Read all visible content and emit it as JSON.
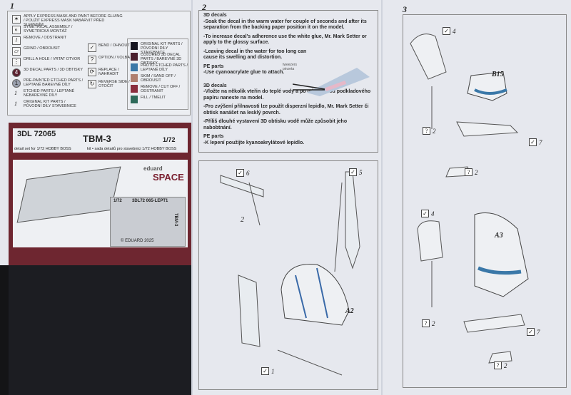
{
  "page1": {
    "number": "1",
    "legend": [
      {
        "icon": "✶",
        "text": "APPLY EXPRESS MASK AND PAINT BEFORE GLUING / POUŽIT EXPRESS MASK NABARVIT PŘED SLEPENÍM"
      },
      {
        "icon": "◐",
        "text": "SYMETRICAL ASSEMBLY / SYMETRICKÁ MONTÁŽ"
      },
      {
        "icon": "/",
        "text": "REMOVE / ODSTRANIT"
      },
      {
        "icon": "▱",
        "text": "GRIND / OBROUSIT"
      },
      {
        "icon": "⋮",
        "text": "DRILL A HOLE / VRTAT OTVOR"
      },
      {
        "icon": "4",
        "text": "3D DECAL PARTS / 3D OBTISKY"
      },
      {
        "icon": "1",
        "text": "PRE-PAINTED ETCHED PARTS / LEPTANÉ BAREVNÉ DÍLY"
      },
      {
        "icon": "1",
        "text": "ETCHED PARTS / LEPTANÉ NEBAREVNÉ DÍLY"
      },
      {
        "icon": "1",
        "text": "ORIGINAL KIT PARTS / PŮVODNÍ DÍLY STAVEBNICE"
      }
    ],
    "legend2": [
      {
        "icon": "✓",
        "text": "BEND / OHNOUT"
      },
      {
        "icon": "?",
        "text": "OPTION / VOLBA"
      },
      {
        "icon": "⟳",
        "text": "REPLACE / NAHRADIT"
      },
      {
        "icon": "↻",
        "text": "REVERSE SIDE / OTOČIT"
      }
    ],
    "colors": [
      {
        "color": "#151520",
        "text": "ORIGINAL KIT PARTS / PŮVODNÍ DÍLY STAVEBNICE"
      },
      {
        "color": "#4a1f2e",
        "text": "COLORED 3D DECAL PARTS / BAREVNÉ 3D OBTISKY"
      },
      {
        "color": "#3a78a8",
        "text": "PHOTO ETCHED PARTS / LEPTANÉ DÍLY"
      },
      {
        "color": "#b08070",
        "text": "SKIM / SAND OFF / OBROUSIT"
      },
      {
        "color": "#8a2e3e",
        "text": "REMOVE / CUT OFF / ODSTRANIT"
      },
      {
        "color": "#2e6a5a",
        "text": "FILL / TMELIT"
      }
    ],
    "product": {
      "code": "3DL 72065",
      "name": "TBM-3",
      "scale": "1/72",
      "sub_en": "detail set for 1/72 HOBBY BOSS",
      "sub_cz": "kit • sada detailů pro stavebnici 1/72 HOBBY BOSS",
      "brand1": "eduard",
      "brand2": "SPACE",
      "fret_scale": "1/72",
      "fret_code": "3DL72 065-LEPT1",
      "fret_name": "TBM-3",
      "fret_copy": "© EDUARD 2025"
    }
  },
  "page2": {
    "number": "2",
    "paras": [
      {
        "h": "3D decals",
        "p": "-Soak the decal in the warm water for couple of seconds and after its separation from the backing paper position it on the model."
      },
      {
        "h": "",
        "p": "-To increase decal's adherence use the white glue, Mr. Mark Setter or apply to the glossy surface."
      },
      {
        "h": "",
        "p": "-Leaving decal in the water for too long can cause its swelling and distortion."
      },
      {
        "h": "PE parts",
        "p": "-Use cyanoacrylate glue to attach."
      },
      {
        "h": "3D decals",
        "p": "-Vložte na několik vteřin do teplé vody a po oddělení od podkladového papíru naneste na model."
      },
      {
        "h": "",
        "p": "-Pro zvýšení přilnavosti lze použít disperzní lepidlo, Mr. Mark Setter či obtisk nanášet na lesklý povrch."
      },
      {
        "h": "",
        "p": "-Příliš dlouhé vystavení 3D obtisku vodě může způsobit jeho nabobtnání."
      },
      {
        "h": "PE parts",
        "p": "-K lepení použijte kyanoakrylátové lepidlo."
      }
    ],
    "tweezers": "tweezers pinzeta",
    "callouts": {
      "c6": "6",
      "c5": "5",
      "c2": "2",
      "a2": "A2",
      "c1": "1"
    }
  },
  "page3": {
    "number": "3",
    "callouts": {
      "c4a": "4",
      "b15": "B15",
      "q2a": "2",
      "c7a": "7",
      "q2b": "2",
      "c4b": "4",
      "a3": "A3",
      "q2c": "2",
      "c7b": "7",
      "q2d": "2"
    }
  }
}
